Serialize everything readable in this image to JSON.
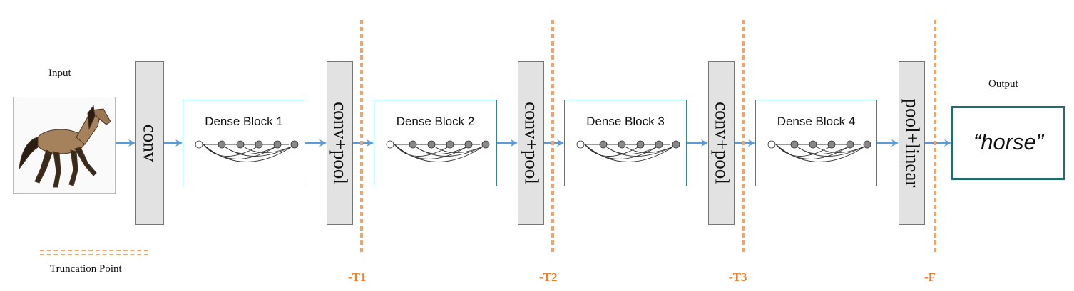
{
  "input_label": "Input",
  "output_label": "Output",
  "output_value": "“horse”",
  "layers": {
    "conv": "conv",
    "transition1": "conv+pool",
    "transition2": "conv+pool",
    "transition3": "conv+pool",
    "final": "pool+linear"
  },
  "blocks": {
    "b1": "Dense Block 1",
    "b2": "Dense Block 2",
    "b3": "Dense Block 3",
    "b4": "Dense Block 4"
  },
  "truncation": {
    "t1": "-T1",
    "t2": "-T2",
    "t3": "-T3",
    "f": "-F"
  },
  "legend": {
    "label": "Truncation Point"
  },
  "colors": {
    "arrow": "#5b9bd5",
    "block_border": "#2e8a8a",
    "truncation": "#ee7d31",
    "layer_fill": "#e2e2e2"
  }
}
